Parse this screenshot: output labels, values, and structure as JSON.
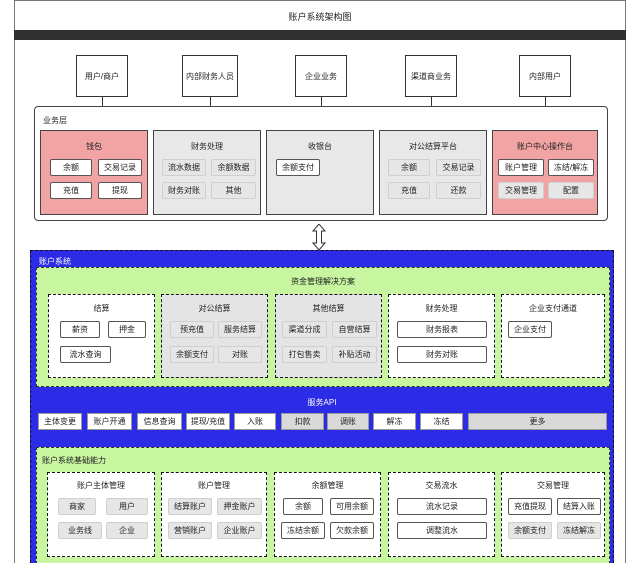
{
  "title": "账户系统架构图",
  "users": [
    "用户/商户",
    "内部财务人员",
    "企业业务",
    "渠道商业务",
    "内部用户"
  ],
  "business_layer": {
    "label": "业务层",
    "wallet": {
      "title": "钱包",
      "items": [
        "余额",
        "交易记录",
        "充值",
        "提现"
      ]
    },
    "finance": {
      "title": "财务处理",
      "items": [
        "流水数据",
        "余额数据",
        "财务对账",
        "其他"
      ]
    },
    "cashier": {
      "title": "收银台",
      "items": [
        "余额支付"
      ]
    },
    "corporate": {
      "title": "对公结算平台",
      "items": [
        "余额",
        "交易记录",
        "充值",
        "还款"
      ]
    },
    "account_center": {
      "title": "账户中心操作台",
      "items": [
        "账户管理",
        "冻结/解冻",
        "交易管理",
        "配置"
      ]
    }
  },
  "account_system": {
    "label": "账户系统",
    "fund_solution": {
      "title": "资金管理解决方案",
      "settlement": {
        "title": "结算",
        "items": [
          "薪资",
          "押金",
          "流水查询"
        ]
      },
      "corporate_settlement": {
        "title": "对公结算",
        "items": [
          "预充值",
          "服务结算",
          "余额支付",
          "对账"
        ]
      },
      "other_settlement": {
        "title": "其他结算",
        "items": [
          "渠道分成",
          "自营结算",
          "打包售卖",
          "补贴活动"
        ]
      },
      "finance_process": {
        "title": "财务处理",
        "items": [
          "财务报表",
          "财务对账"
        ]
      },
      "enterprise_pay": {
        "title": "企业支付通道",
        "items": [
          "企业支付"
        ]
      }
    },
    "service_api": {
      "title": "服务API",
      "items": [
        "主体变更",
        "账户开通",
        "信息查询",
        "提现/充值",
        "入账",
        "扣款",
        "调账",
        "解冻",
        "冻结",
        "更多"
      ]
    },
    "base": {
      "title": "账户系统基础能力",
      "subject": {
        "title": "账户主体管理",
        "items": [
          "商家",
          "用户",
          "业务线",
          "企业"
        ]
      },
      "account": {
        "title": "账户管理",
        "items": [
          "结算账户",
          "押金账户",
          "营销账户",
          "企业账户"
        ]
      },
      "balance": {
        "title": "余额管理",
        "items": [
          "余额",
          "可用余额",
          "冻结余额",
          "欠款余额"
        ]
      },
      "trade_flow": {
        "title": "交易流水",
        "items": [
          "流水记录",
          "调整流水"
        ]
      },
      "trade": {
        "title": "交易管理",
        "items": [
          "充值提现",
          "结算入账",
          "余额支付",
          "冻结解冻"
        ]
      }
    }
  },
  "colors": {
    "wallet_bg": "#f2a3a3",
    "biz_grey": "#e8e8e8",
    "system_blue": "#2c2ce6",
    "panel_green": "#c8f5a0",
    "title_bar": "#2f2f2f"
  }
}
